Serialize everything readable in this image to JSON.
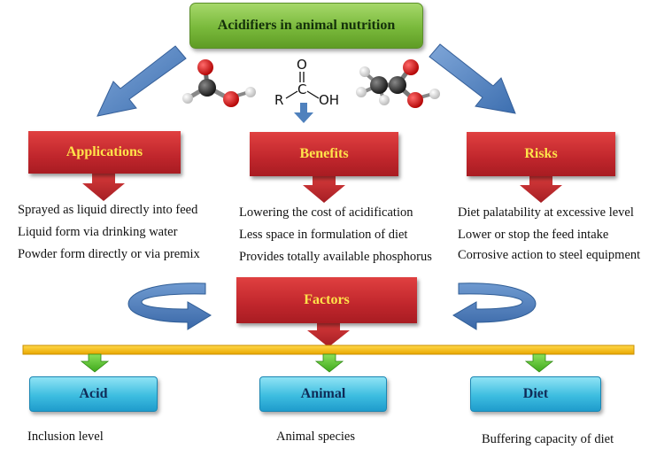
{
  "title": "Acidifiers in animal nutrition",
  "chemical_structure": {
    "r_label": "R",
    "c_label": "C",
    "o_label": "O",
    "oh_label": "OH"
  },
  "categories": [
    {
      "label": "Applications",
      "items": [
        "Sprayed as liquid directly into feed",
        "Liquid form via drinking water",
        "Powder form directly  or via premix"
      ]
    },
    {
      "label": "Benefits",
      "items": [
        "Lowering the cost of acidification",
        "Less space in formulation of diet",
        "Provides totally available phosphorus"
      ]
    },
    {
      "label": "Risks",
      "items": [
        "Diet palatability at excessive level",
        "Lower or stop the feed intake",
        "Corrosive action to steel equipment"
      ]
    }
  ],
  "factors": {
    "label": "Factors",
    "items": [
      {
        "label": "Acid",
        "detail": "Inclusion level"
      },
      {
        "label": "Animal",
        "detail": "Animal species"
      },
      {
        "label": "Diet",
        "detail": "Buffering capacity of diet"
      }
    ]
  },
  "colors": {
    "title_green": "#79b93b",
    "box_red": "#c0262c",
    "box_label_yellow": "#ffe34a",
    "arrow_blue": "#4f81bd",
    "bar_orange": "#f5b800",
    "arrow_green": "#5cc22e",
    "factor_blue": "#3dbde0"
  }
}
